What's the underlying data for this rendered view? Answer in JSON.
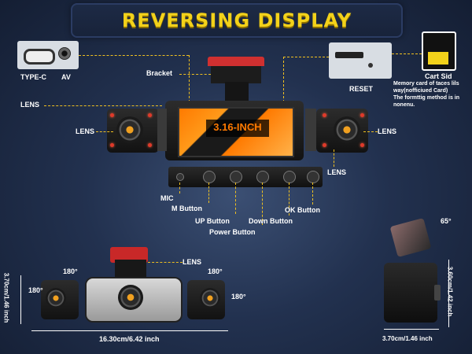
{
  "title": "REVERSING DISPLAY",
  "screen_label": "3.16-INCH",
  "ports": {
    "typec": "TYPE-C",
    "av": "AV"
  },
  "reset": "RESET",
  "card": {
    "title": "Cart Sid",
    "note_line1": "Memory card of taces lils",
    "note_line2": "way(nofficiued Card)",
    "note_line3": "The formttig method is in",
    "note_line4": "nonenu."
  },
  "labels": {
    "bracket": "Bracket",
    "lens_top_left": "LENS",
    "lens_left": "LENS",
    "lens_right": "LENS",
    "lens_right_below": "LENS",
    "lens_bottom": "LENS"
  },
  "buttons": {
    "mic": "MIC",
    "m": "M Button",
    "up": "UP Button",
    "power": "Power Button",
    "down": "Down Button",
    "ok": "OK Button"
  },
  "angles": {
    "left_180": "180°",
    "left_side_180": "180°",
    "right_180": "180°",
    "right_side_180": "180°",
    "tilt_65": "65°"
  },
  "dimensions": {
    "height_left": "3.70cm/1.46 inch",
    "width_bottom": "16.30cm/6.42 inch",
    "height_right": "3.60cm/1.42 inch",
    "width_right": "3.70cm/1.46 inch"
  },
  "colors": {
    "accent": "#f3d21a",
    "screen": "#1a1a1a",
    "bracket": "#d03030"
  }
}
